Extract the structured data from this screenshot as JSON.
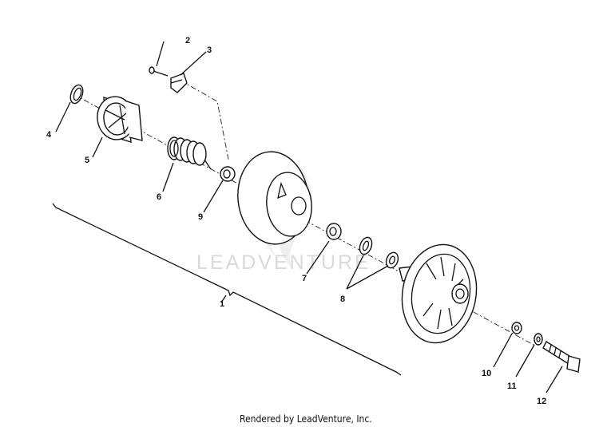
{
  "watermark": "LEADVENTURE",
  "footer": "Rendered by LeadVenture, Inc.",
  "callouts": [
    "1",
    "2",
    "3",
    "4",
    "5",
    "6",
    "7",
    "8",
    "9",
    "10",
    "11",
    "12"
  ]
}
